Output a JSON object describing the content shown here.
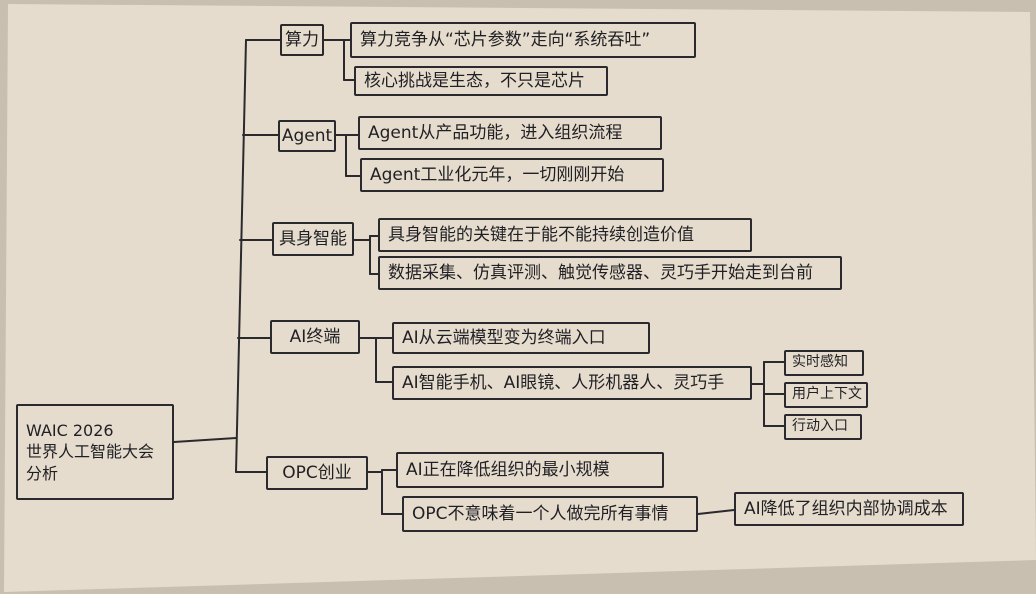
{
  "colors": {
    "paper": "#e6dccd",
    "ink": "#2a2a2e",
    "table": "#c9bfb1"
  },
  "root": {
    "line1": "WAIC 2026",
    "line2": "世界人工智能大会",
    "line3": "分析"
  },
  "branches": [
    {
      "label": "算力",
      "items": [
        "算力竞争从“芯片参数”走向“系统吞吐”",
        "核心挑战是生态，不只是芯片"
      ]
    },
    {
      "label": "Agent",
      "items": [
        "Agent从产品功能，进入组织流程",
        "Agent工业化元年，一切刚刚开始"
      ]
    },
    {
      "label": "具身智能",
      "items": [
        "具身智能的关键在于能不能持续创造价值",
        "数据采集、仿真评测、触觉传感器、灵巧手开始走到台前"
      ]
    },
    {
      "label": "AI终端",
      "items": [
        "AI从云端模型变为终端入口",
        "AI智能手机、AI眼镜、人形机器人、灵巧手"
      ],
      "sub_items": [
        "实时感知",
        "用户上下文",
        "行动入口"
      ]
    },
    {
      "label": "OPC创业",
      "items": [
        "AI正在降低组织的最小规模",
        "OPC不意味着一个人做完所有事情"
      ],
      "sub_items": [
        "AI降低了组织内部协调成本"
      ]
    }
  ]
}
